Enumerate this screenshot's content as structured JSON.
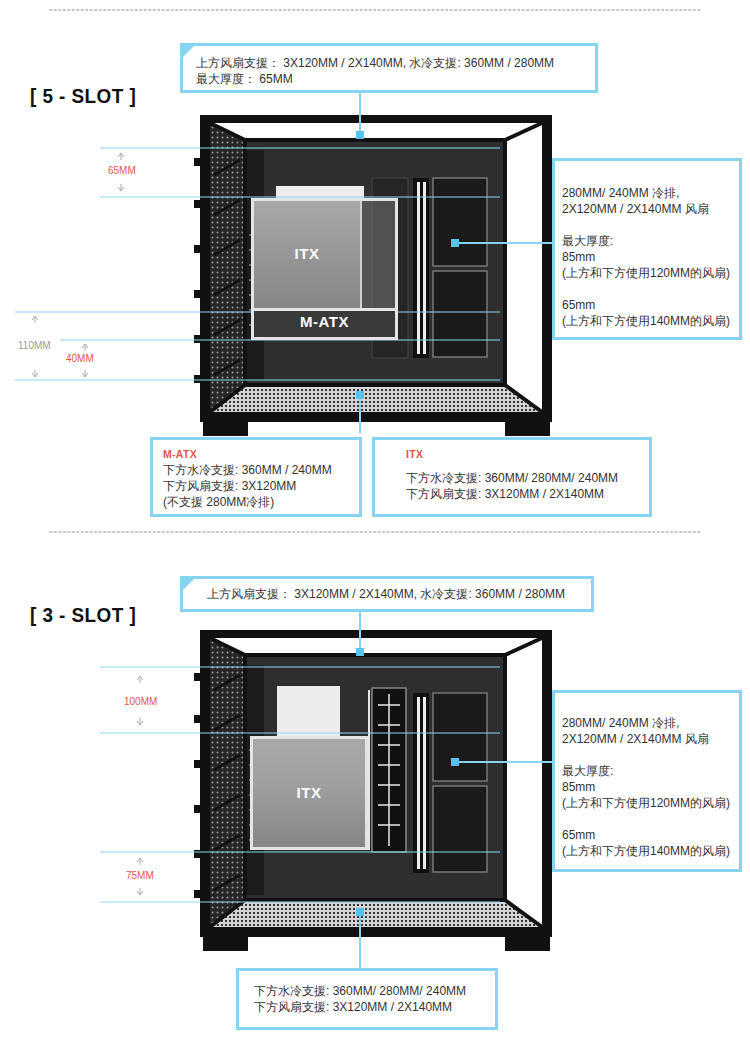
{
  "diagram": {
    "nodes": [
      {
        "text": [
          "上方风扇支援： 3X120MM / 2X140MM, 水冷支援: 360MM / 280MM",
          "最大厚度： 65MM"
        ]
      },
      {
        "text": [
          "280MM/ 240MM 冷排,",
          "2X120MM / 2X140MM 风扇",
          "最大厚度:",
          "85mm",
          "(上方和下方使用120MM的风扇)",
          "65mm",
          "(上方和下方使用140MM的风扇)"
        ]
      },
      {
        "text": [
          "M-ATX"
        ]
      },
      {
        "text": [
          "ITX"
        ],
        "in": 2
      },
      {
        "text": [
          "M-ATX",
          "下方水冷支援: 360MM / 240MM",
          "下方风扇支援: 3X120MM",
          "(不支援 280MM冷排)"
        ]
      },
      {
        "text": [
          "ITX",
          "下方水冷支援: 360MM/ 280MM/ 240MM",
          "下方风扇支援: 3X120MM / 2X140MM"
        ]
      },
      {
        "text": [
          "上方风扇支援： 3X120MM / 2X140MM, 水冷支援: 360MM / 280MM"
        ]
      },
      {
        "text": [
          "280MM/ 240MM 冷排,",
          "2X120MM / 2X140MM 风扇",
          "最大厚度:",
          "85mm",
          "(上方和下方使用120MM的风扇)",
          "65mm",
          "(上方和下方使用140MM的风扇)"
        ]
      },
      {
        "text": [
          "ITX"
        ]
      },
      {
        "text": [
          "下方水冷支援: 360MM/ 280MM/ 240MM",
          "下方风扇支援: 3X120MM / 2X140MM"
        ]
      }
    ],
    "labels": [
      "[ 5 - SLOT ]",
      "65MM",
      "110MM",
      "40MM",
      "[ 3 - SLOT ]",
      "100MM",
      "75MM"
    ]
  }
}
